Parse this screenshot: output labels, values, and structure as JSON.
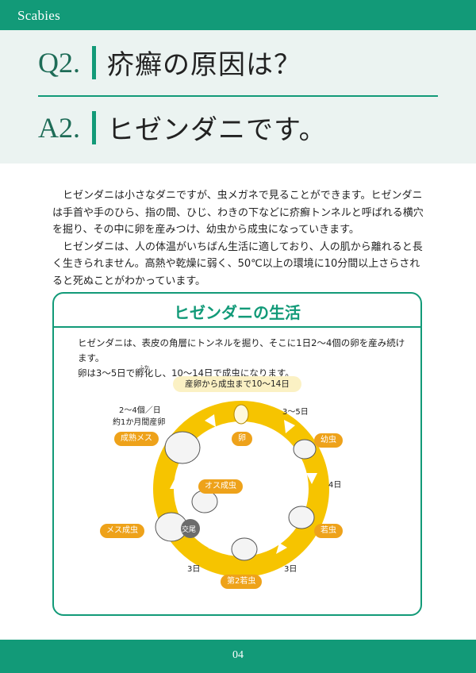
{
  "header": {
    "brand": "Scabies"
  },
  "qa": {
    "q_no": "Q2.",
    "q_text": "疥癬の原因は？",
    "a_no": "A2.",
    "a_text": "ヒゼンダニです。"
  },
  "body": {
    "p1": "ヒゼンダニは小さなダニですが、虫メガネで見ることができます。ヒゼンダニは手首や手のひら、指の間、ひじ、わきの下などに疥癬トンネルと呼ばれる横穴を掘り、その中に卵を産みつけ、幼虫から成虫になっていきます。",
    "p2": "ヒゼンダニは、人の体温がいちばん生活に適しており、人の肌から離れると長く生きられません。高熱や乾燥に弱く、50℃以上の環境に10分間以上さらされると死ぬことがわかっています。"
  },
  "panel": {
    "title": "ヒゼンダニの生活",
    "line1": "ヒゼンダニは、表皮の角層にトンネルを掘り、そこに1日2～4個の卵を産み続けます。",
    "line2_a": "卵は3～5日で",
    "line2_ruby_base": "孵化",
    "line2_ruby_text": "ふか",
    "line2_b": "し、10～14日で成虫になります。",
    "period": "産卵から成虫まで10～14日"
  },
  "cycle": {
    "egg": "卵",
    "larva": "幼虫",
    "nymph1": "若虫",
    "nymph2": "第2若虫",
    "male": "オス成虫",
    "female": "メス成虫",
    "mature_female": "成熟メス",
    "mating": "交尾",
    "d_egg_larva": "3～5日",
    "d_larva_nymph": "4日",
    "d_nymph_nymph2": "3日",
    "d_nymph2_adult": "3日",
    "laying_rate": "2～4個／日",
    "laying_period": "約1か月間産卵"
  },
  "footer": {
    "page": "04"
  },
  "colors": {
    "brand_green": "#129a78",
    "ring_yellow": "#f6c400",
    "tag_orange": "#eea21a"
  }
}
